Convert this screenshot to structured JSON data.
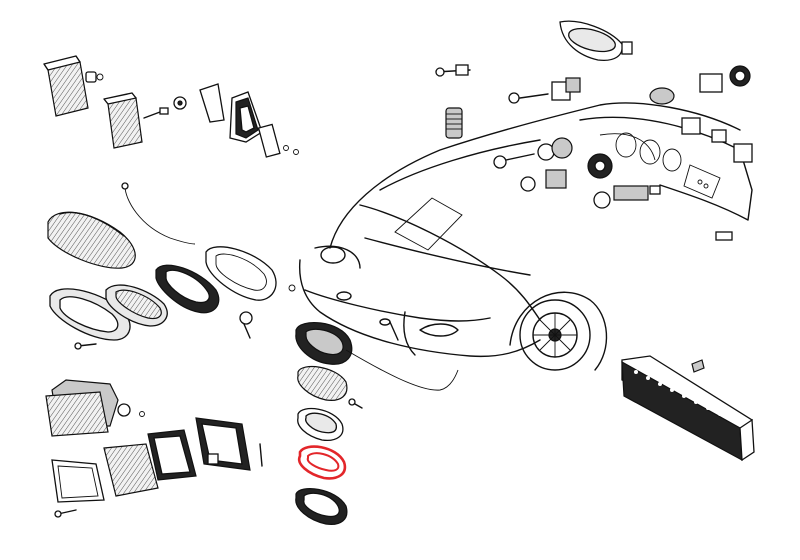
{
  "diagram": {
    "highlight_color": "#e3262a",
    "line_color": "#111111",
    "background": "#ffffff"
  },
  "parts": [
    {
      "id": "side-marker-light",
      "icon": "side-marker-icon"
    },
    {
      "id": "side-marker-light-small",
      "icon": "side-marker-icon"
    },
    {
      "id": "reflector-triangle",
      "icon": "reflector-icon"
    },
    {
      "id": "interior-dome-light",
      "icon": "dome-light-icon"
    },
    {
      "id": "ignition-switch-key",
      "icon": "key-icon"
    },
    {
      "id": "relay-block",
      "icon": "relay-icon"
    },
    {
      "id": "tail-light-assembly",
      "icon": "tail-light-icon"
    },
    {
      "id": "tail-light-gasket",
      "icon": "gasket-icon"
    },
    {
      "id": "fog-light-assembly",
      "icon": "fog-light-icon"
    },
    {
      "id": "license-plate-light",
      "icon": "license-light-icon"
    },
    {
      "id": "license-light-seal-highlighted",
      "icon": "seal-icon"
    },
    {
      "id": "fuse-box",
      "icon": "fuse-box-icon"
    }
  ]
}
